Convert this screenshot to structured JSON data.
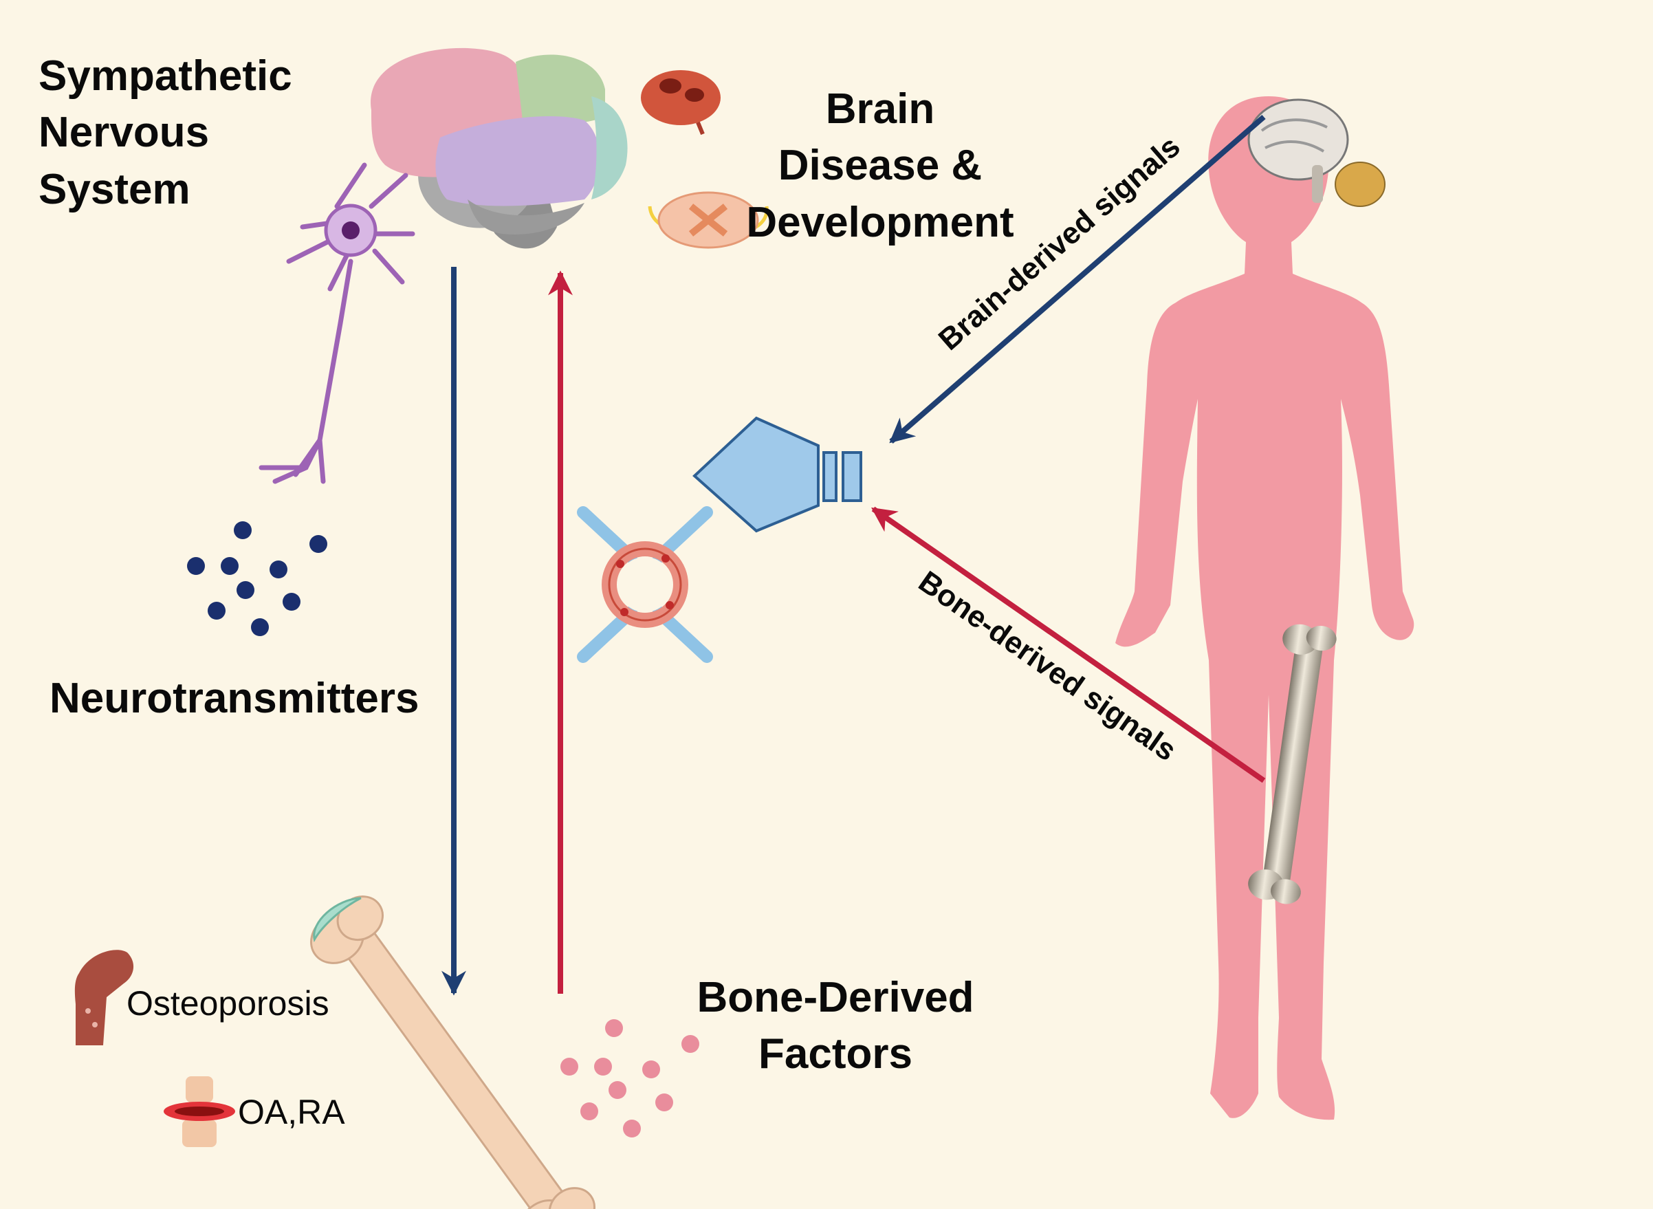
{
  "labels": {
    "sympathetic": [
      "Sympathetic",
      "Nervous",
      "System"
    ],
    "brain_disease": [
      "Brain",
      "Disease &",
      "Development"
    ],
    "neurotransmitters": "Neurotransmitters",
    "bone_factors": [
      "Bone-Derived",
      "Factors"
    ],
    "osteoporosis": "Osteoporosis",
    "oa_ra": "OA,RA",
    "brain_signals": "Brain-derived signals",
    "bone_signals": "Bone-derived signals"
  },
  "colors": {
    "background": "#fcf6e6",
    "blue_arrow": "#1f3f72",
    "red_arrow": "#c3203f",
    "big_arrow_fill": "#9fc9ea",
    "body": "#f29aa3",
    "neurotransmitter_dots": "#1a2f6e",
    "factor_dots": "#e98d9c"
  }
}
